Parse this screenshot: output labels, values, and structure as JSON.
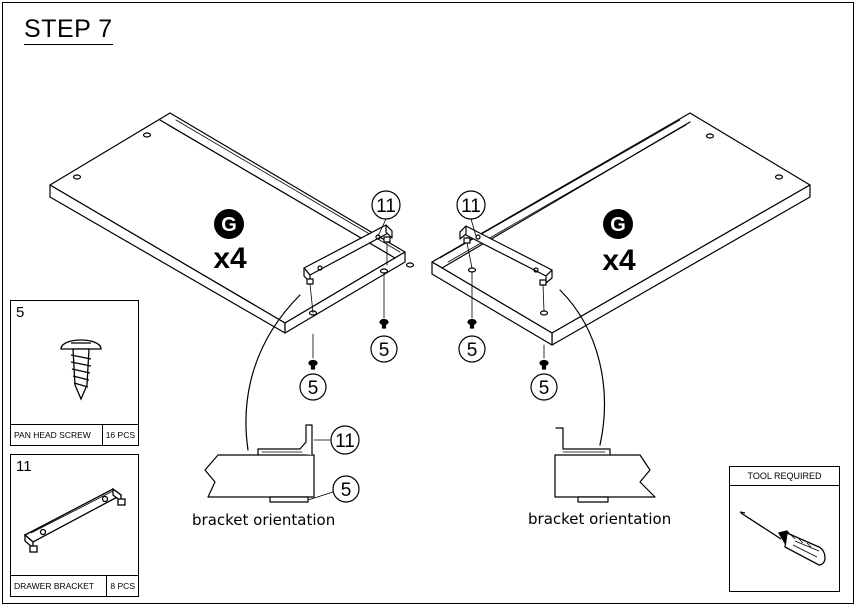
{
  "step_title": "STEP 7",
  "panel_left": {
    "part_letter": "G",
    "multiplier": "x4"
  },
  "panel_right": {
    "part_letter": "G",
    "multiplier": "x4"
  },
  "callouts": {
    "bracket": "11",
    "screw": "5"
  },
  "captions": {
    "left": "bracket orientation",
    "right": "bracket orientation"
  },
  "parts": {
    "screw": {
      "number": "5",
      "name": "PAN HEAD SCREW",
      "qty": "16 PCS"
    },
    "bracket": {
      "number": "11",
      "name": "DRAWER BRACKET",
      "qty": "8 PCS"
    }
  },
  "tool": {
    "header": "TOOL REQUIRED",
    "icon": "screwdriver-icon"
  }
}
